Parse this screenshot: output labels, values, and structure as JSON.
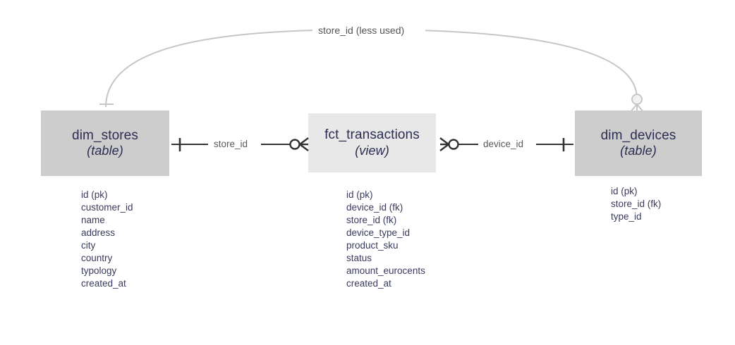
{
  "diagram": {
    "type": "entity-relationship-diagram",
    "background_color": "#ffffff",
    "entities": [
      {
        "id": "dim_stores",
        "name": "dim_stores",
        "kind": "(table)",
        "fill_color": "#cdcdcd",
        "text_color": "#2d2d52",
        "attributes": [
          "id (pk)",
          "customer_id",
          "name",
          "address",
          "city",
          "country",
          "typology",
          "created_at"
        ]
      },
      {
        "id": "fct_transactions",
        "name": "fct_transactions",
        "kind": "(view)",
        "fill_color": "#e8e8e8",
        "text_color": "#2d2d52",
        "attributes": [
          "id (pk)",
          "device_id (fk)",
          "store_id (fk)",
          "device_type_id",
          "product_sku",
          "status",
          "amount_eurocents",
          "created_at"
        ]
      },
      {
        "id": "dim_devices",
        "name": "dim_devices",
        "kind": "(table)",
        "fill_color": "#cdcdcd",
        "text_color": "#2d2d52",
        "attributes": [
          "id (pk)",
          "store_id (fk)",
          "type_id"
        ]
      }
    ],
    "relationships": [
      {
        "id": "stores-transactions",
        "label": "store_id",
        "from": "dim_stores",
        "to": "fct_transactions",
        "from_cardinality": "exactly-one",
        "to_cardinality": "zero-or-many",
        "style": "straight",
        "color": "#333333"
      },
      {
        "id": "transactions-devices",
        "label": "device_id",
        "from": "fct_transactions",
        "to": "dim_devices",
        "from_cardinality": "zero-or-many",
        "to_cardinality": "exactly-one",
        "style": "straight",
        "color": "#333333"
      },
      {
        "id": "stores-devices",
        "label": "store_id (less used)",
        "from": "dim_stores",
        "to": "dim_devices",
        "from_cardinality": "exactly-one",
        "to_cardinality": "zero-or-many",
        "style": "curved",
        "color": "#c6c6c6"
      }
    ]
  }
}
